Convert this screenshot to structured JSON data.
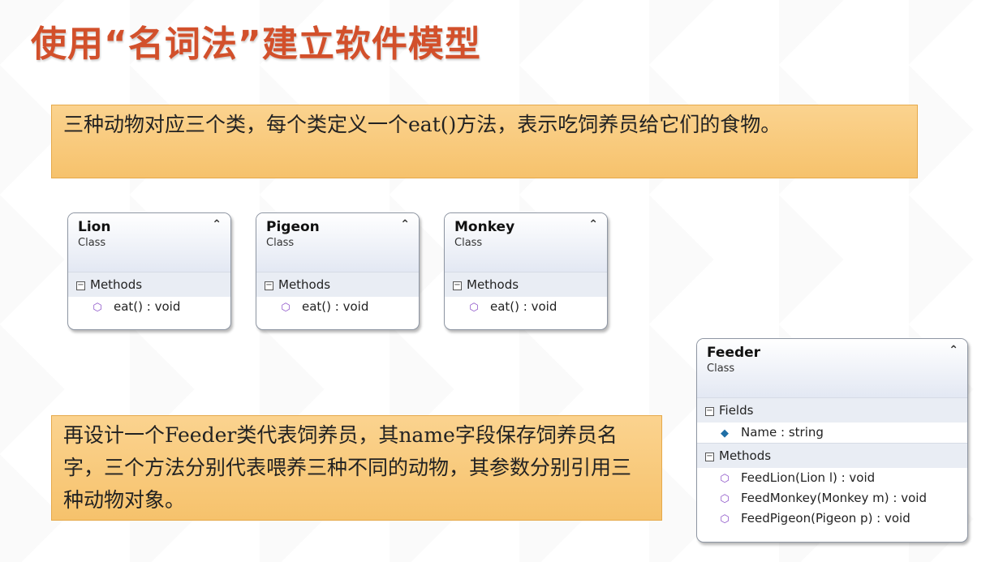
{
  "title": "使用“名词法”建立软件模型",
  "note_top": "三种动物对应三个类，每个类定义一个eat()方法，表示吃饲养员给它们的食物。",
  "note_bottom": "再设计一个Feeder类代表饲养员，其name字段保存饲养员名字，三个方法分别代表喂养三种不同的动物，其参数分别引用三种动物对象。",
  "collapse_glyph": "⌃",
  "classes": [
    {
      "name": "Lion",
      "stereotype": "Class",
      "methods_label": "Methods",
      "methods": [
        "eat() : void"
      ]
    },
    {
      "name": "Pigeon",
      "stereotype": "Class",
      "methods_label": "Methods",
      "methods": [
        "eat() : void"
      ]
    },
    {
      "name": "Monkey",
      "stereotype": "Class",
      "methods_label": "Methods",
      "methods": [
        "eat() : void"
      ]
    },
    {
      "name": "Feeder",
      "stereotype": "Class",
      "fields_label": "Fields",
      "fields": [
        "Name : string"
      ],
      "methods_label": "Methods",
      "methods": [
        "FeedLion(Lion l) : void",
        "FeedMonkey(Monkey m) : void",
        "FeedPigeon(Pigeon p) : void"
      ]
    }
  ],
  "icons": {
    "method": "method-cube-icon",
    "field": "field-cube-icon",
    "collapse": "collapse-chevron-icon",
    "toggle": "section-toggle-icon"
  },
  "colors": {
    "title": "#d2502b",
    "note_fill": "#f8c978",
    "method_icon": "#8a4fc7",
    "field_icon": "#1f6fa6"
  }
}
